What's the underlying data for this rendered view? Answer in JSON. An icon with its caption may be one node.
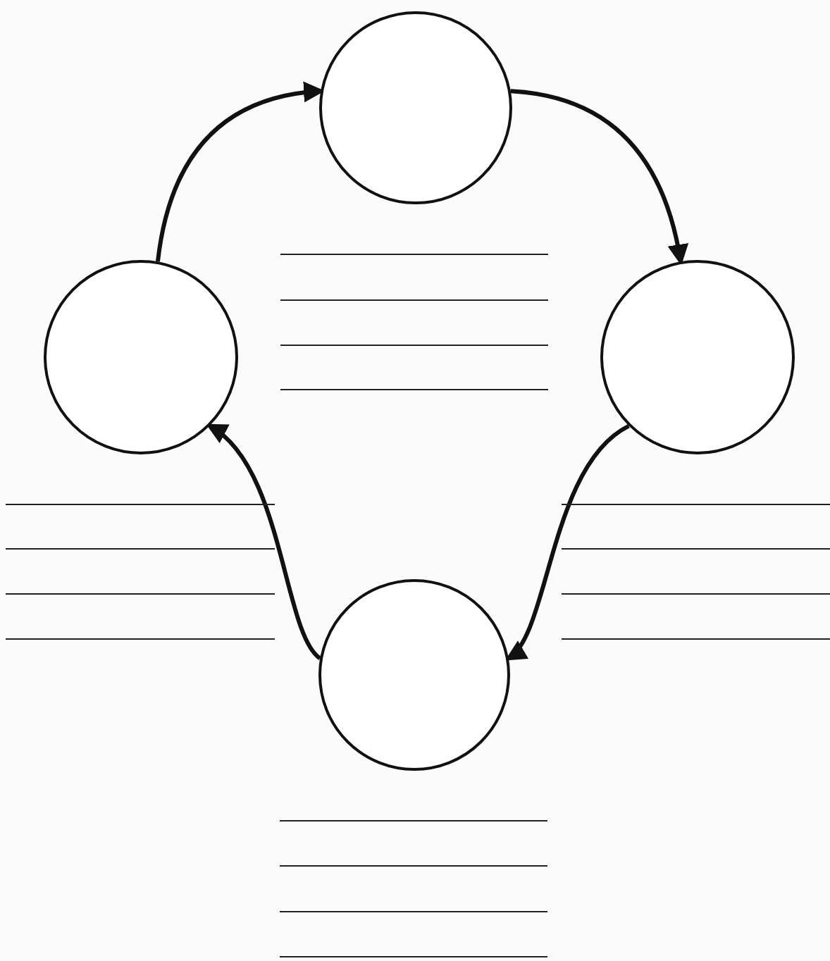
{
  "diagram": {
    "nodes": [
      {
        "text": [],
        "shape": "circle"
      },
      {
        "text": [],
        "shape": "circle"
      },
      {
        "text": [],
        "shape": "circle"
      },
      {
        "text": [],
        "shape": "circle"
      }
    ],
    "edges": [
      {
        "from": 0,
        "to": 2,
        "arrow": "to"
      },
      {
        "from": 2,
        "to": 3,
        "arrow": "to"
      },
      {
        "from": 3,
        "to": 1,
        "arrow": "to"
      },
      {
        "from": 1,
        "to": 0,
        "arrow": "to"
      }
    ]
  }
}
